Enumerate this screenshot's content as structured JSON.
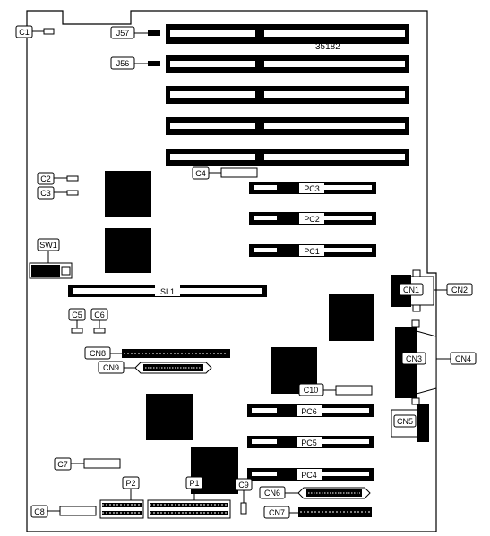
{
  "board": {
    "part_number": "35182",
    "colors": {
      "ink": "#000000",
      "paper": "#ffffff",
      "chip": "#000000"
    }
  },
  "labels": {
    "c1": "C1",
    "c2": "C2",
    "c3": "C3",
    "c4": "C4",
    "c5": "C5",
    "c6": "C6",
    "c7": "C7",
    "c8": "C8",
    "c9": "C9",
    "c10": "C10",
    "j56": "J56",
    "j57": "J57",
    "pc1": "PC1",
    "pc2": "PC2",
    "pc3": "PC3",
    "pc4": "PC4",
    "pc5": "PC5",
    "pc6": "PC6",
    "sw1": "SW1",
    "sl1": "SL1",
    "cn1": "CN1",
    "cn2": "CN2",
    "cn3": "CN3",
    "cn4": "CN4",
    "cn5": "CN5",
    "cn6": "CN6",
    "cn7": "CN7",
    "cn8": "CN8",
    "cn9": "CN9",
    "p1": "P1",
    "p2": "P2"
  }
}
